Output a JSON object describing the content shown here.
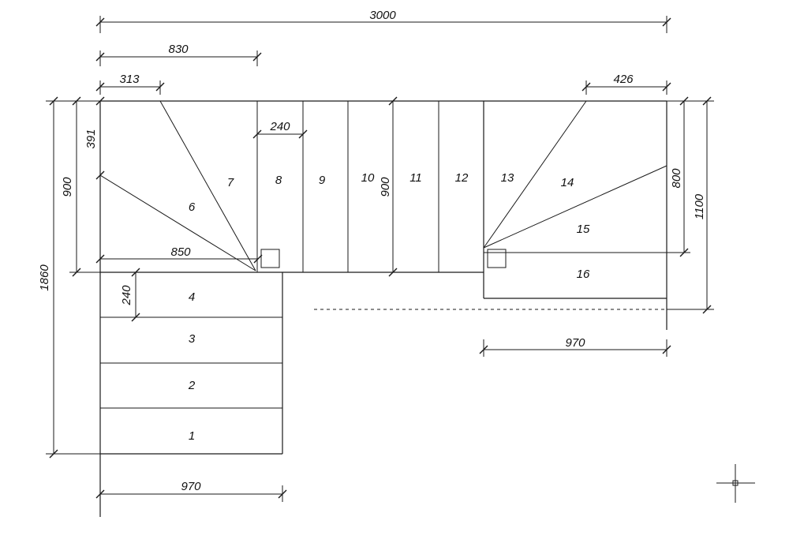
{
  "dimensions": {
    "total_width": "3000",
    "first_flight_width": "830",
    "winder_offset_top_left": "313",
    "winder_offset_top_right": "426",
    "step_width_top": "240",
    "step_width_left": "240",
    "landing_length": "850",
    "offset_left_vertical": "391",
    "height_left_upper": "900",
    "height_middle": "900",
    "total_height_left": "1860",
    "height_right_upper": "800",
    "height_right_total": "1100",
    "flight_width_bottom": "970",
    "flight_width_right": "970"
  },
  "steps": [
    "1",
    "2",
    "3",
    "4",
    "6",
    "7",
    "8",
    "9",
    "10",
    "11",
    "12",
    "13",
    "14",
    "15",
    "16"
  ]
}
